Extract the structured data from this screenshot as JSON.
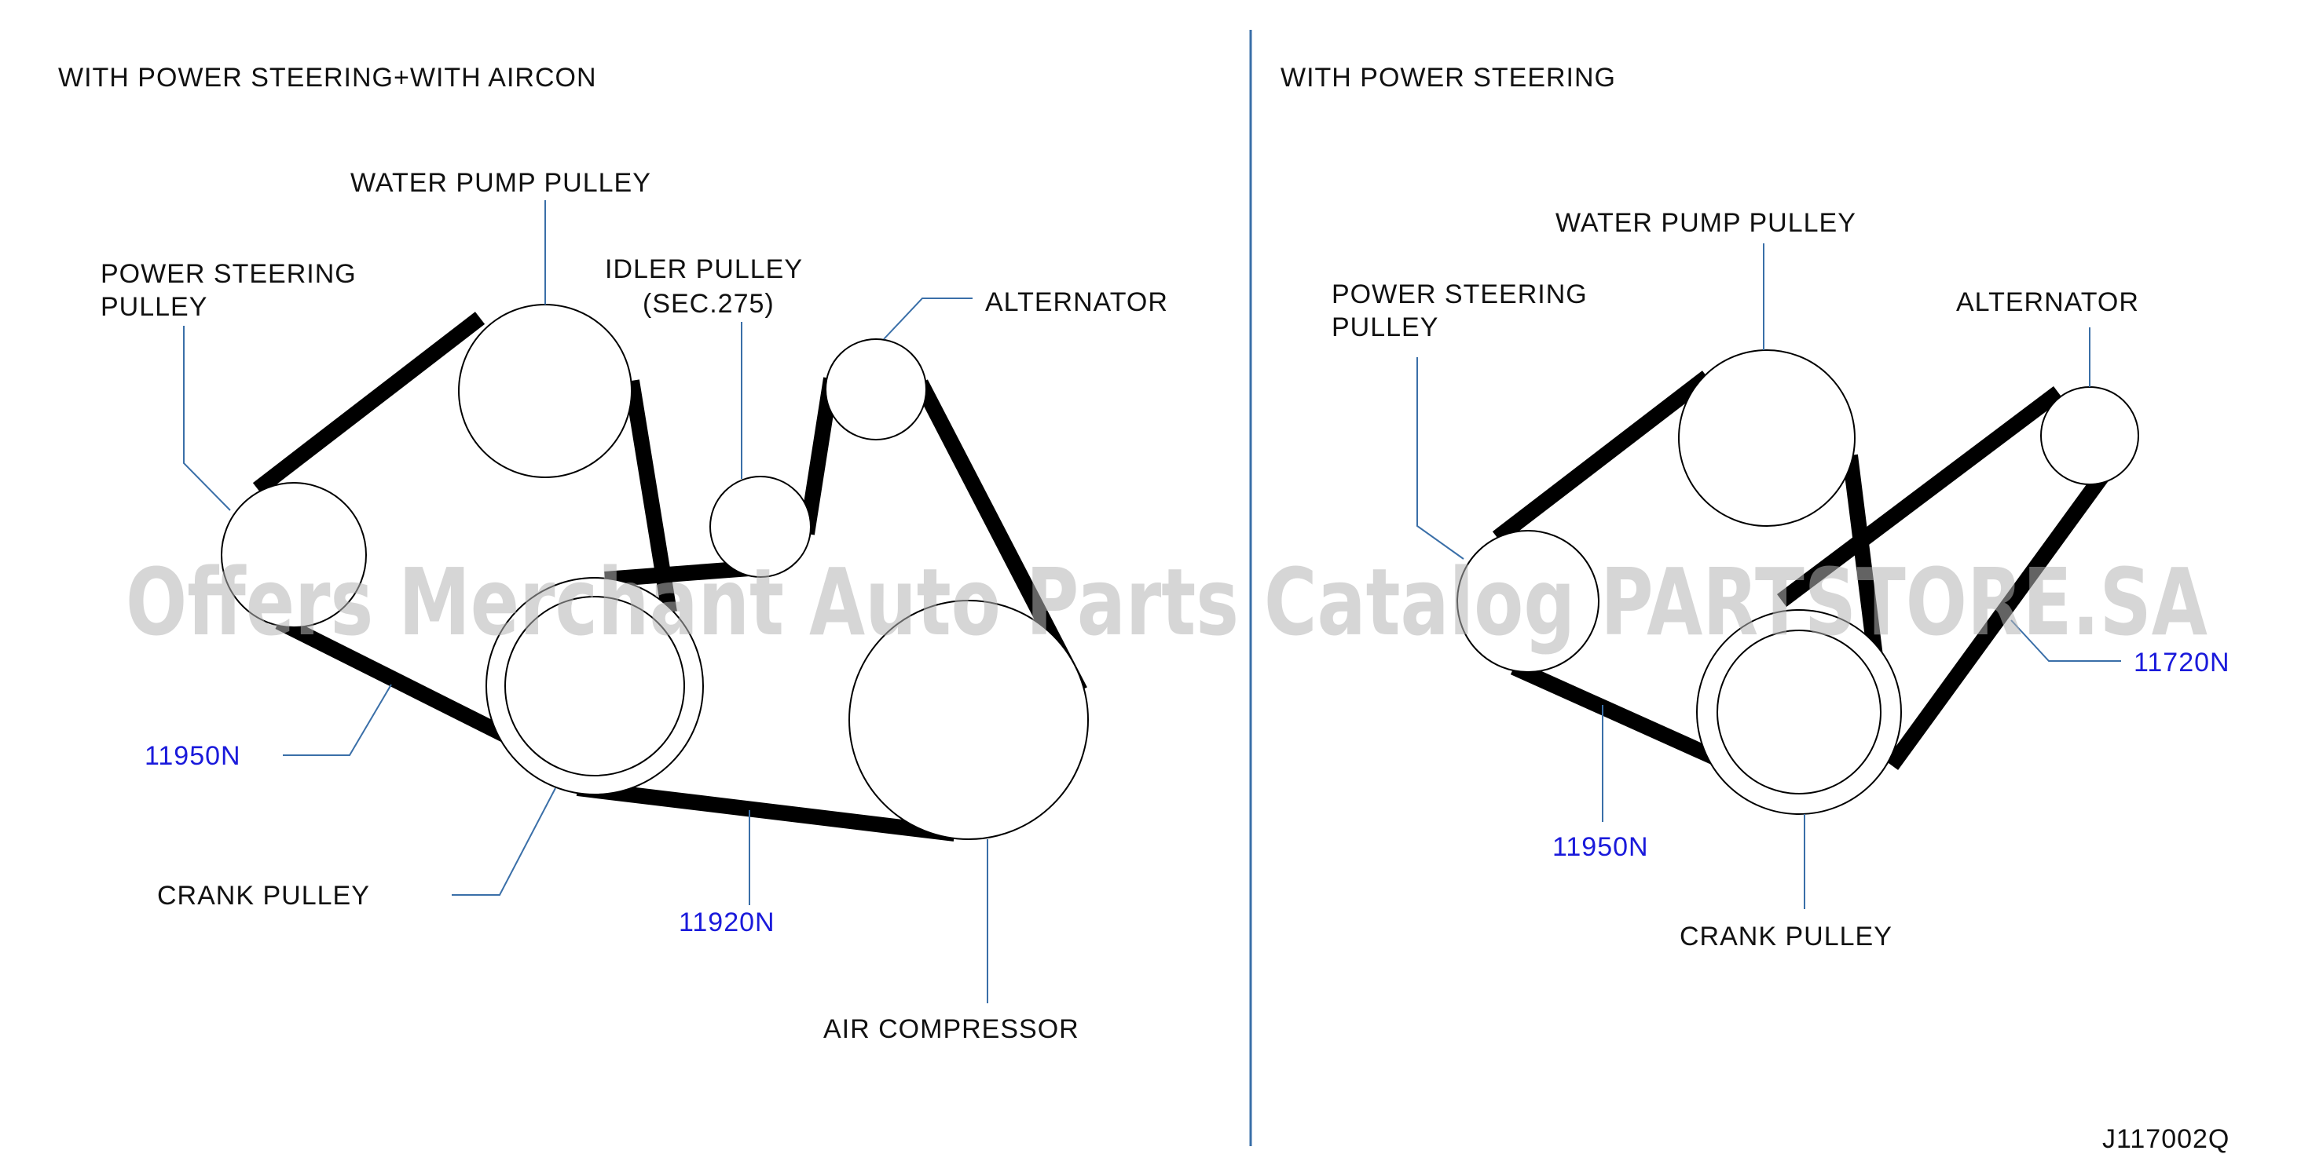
{
  "left_panel": {
    "title": "WITH   POWER   STEERING+WITH   AIRCON",
    "labels": {
      "water_pump": "WATER   PUMP   PULLEY",
      "power_steering_1": "POWER   STEERING",
      "power_steering_2": "PULLEY",
      "idler_1": "IDLER   PULLEY",
      "idler_2": "(SEC.275)",
      "alternator": "ALTERNATOR",
      "crank": "CRANK   PULLEY",
      "air_compressor": "AIR   COMPRESSOR"
    },
    "part_numbers": {
      "belt_ps": "11950N",
      "belt_main": "11920N"
    }
  },
  "right_panel": {
    "title": "WITH   POWER   STEERING",
    "labels": {
      "water_pump": "WATER   PUMP   PULLEY",
      "power_steering_1": "POWER   STEERING",
      "power_steering_2": "PULLEY",
      "alternator": "ALTERNATOR",
      "crank": "CRANK   PULLEY"
    },
    "part_numbers": {
      "belt_alt": "11720N",
      "belt_ps": "11950N"
    }
  },
  "watermark": "Offers Merchant Auto Parts Catalog PARTSTORE.SA",
  "figure_code": "J117002Q",
  "colors": {
    "label": "#111111",
    "part_number": "#1a1adb",
    "leader": "#3a6fa8",
    "watermark": "#b4b4b4"
  }
}
